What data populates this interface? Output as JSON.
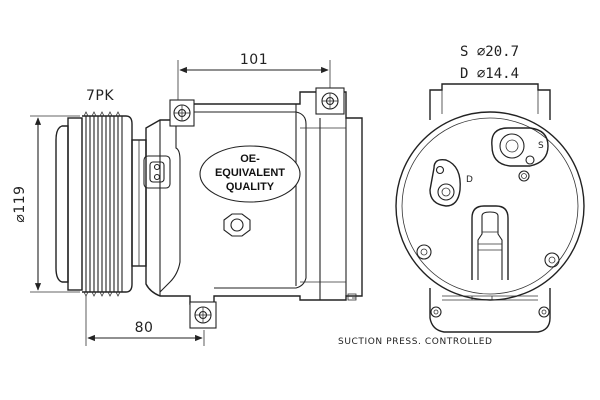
{
  "diagram": {
    "belt_label": "7PK",
    "dim_length": "101",
    "dim_diameter": "⌀119",
    "dim_offset": "80",
    "badge_lines": [
      "OE-",
      "EQUIVALENT",
      "QUALITY"
    ],
    "port_suction": "S  ⌀20.7",
    "port_discharge": "D  ⌀14.4",
    "port_mark_s": "S",
    "port_mark_d": "D",
    "note": "SUCTION PRESS. CONTROLLED"
  }
}
